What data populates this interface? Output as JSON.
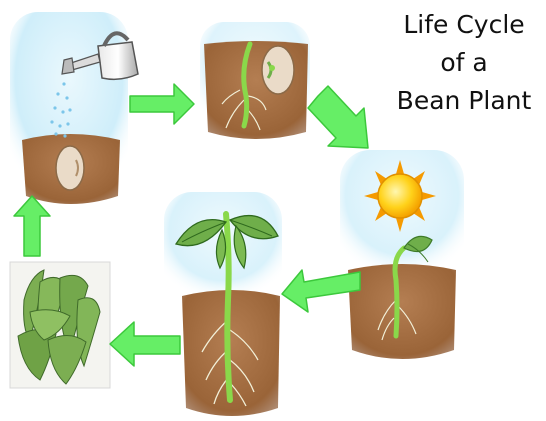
{
  "title": {
    "line1": "Life Cycle",
    "line2": "of a",
    "line3": "Bean Plant"
  },
  "stages": [
    {
      "id": "watering-seed",
      "icon": "watering-can-icon"
    },
    {
      "id": "sprouting-seed",
      "icon": "seed-sprout-icon"
    },
    {
      "id": "seedling-sun",
      "icon": "sun-icon"
    },
    {
      "id": "mature-plant",
      "icon": "bean-plant-icon"
    },
    {
      "id": "bean-pods",
      "icon": "bean-pods-icon"
    }
  ],
  "colors": {
    "arrow": "#66ee66",
    "arrow_edge": "#3cc83c",
    "soil": "#a87246",
    "soil_dark": "#8a5630",
    "sky": "#cfeefa",
    "stem": "#8ad84a",
    "leaf": "#6fae4a",
    "pod": "#7cae52",
    "sun": "#ffd21a",
    "bean": "#eadbc8"
  }
}
